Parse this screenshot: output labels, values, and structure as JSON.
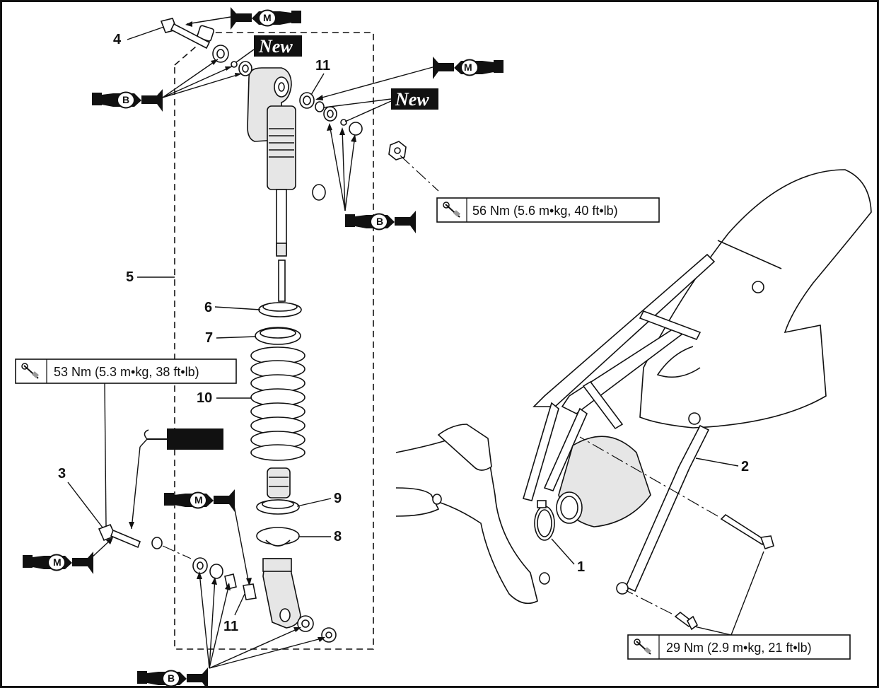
{
  "callouts": {
    "c1": "1",
    "c2": "2",
    "c3": "3",
    "c4": "4",
    "c5": "5",
    "c6": "6",
    "c7": "7",
    "c8": "8",
    "c9": "9",
    "c10": "10",
    "c11a": "11",
    "c11b": "11"
  },
  "badges": {
    "new_top": "New",
    "new_right": "New"
  },
  "lubricant": {
    "molybdenum": "M",
    "bearing": "B"
  },
  "torque": {
    "top_right": "56 Nm (5.6 m•kg, 40 ft•lb)",
    "left": "53 Nm (5.3 m•kg, 38 ft•lb)",
    "bottom_right": "29 Nm (2.9 m•kg, 21 ft•lb)"
  },
  "icons": {
    "lube_tube": "grease-gun-icon",
    "torque_wrench": "torque-wrench-icon",
    "sealant": "sealant-tube-icon"
  }
}
